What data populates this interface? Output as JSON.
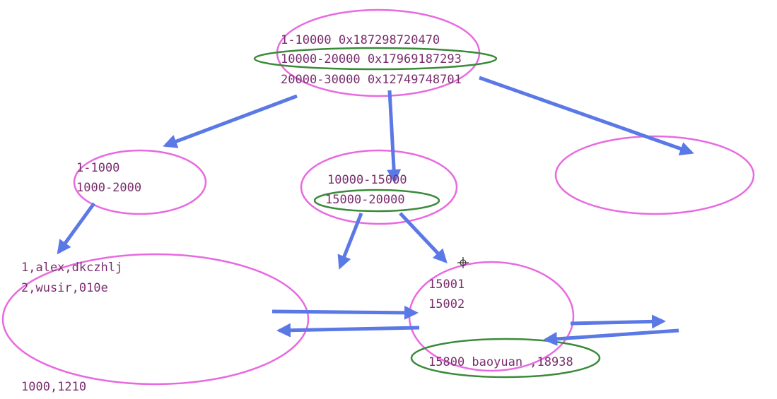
{
  "colors": {
    "ellipse_magenta": "#e86ae0",
    "ellipse_green": "#3a8a3a",
    "arrow_blue": "#5b79e6",
    "text": "#7a2d6e"
  },
  "root": {
    "lines": [
      "1-10000 0x187298720470",
      "10000-20000 0x17969187293",
      "20000-30000 0x12749748701"
    ]
  },
  "left_node": {
    "lines": [
      "1-1000",
      "1000-2000"
    ]
  },
  "middle_node": {
    "lines": [
      "10000-15000",
      "15000-20000"
    ]
  },
  "leaf_left": {
    "lines": [
      "1,alex,dkczhlj",
      "2,wusir,010e"
    ],
    "footer": "1000,1210"
  },
  "leaf_right": {
    "lines": [
      "15001",
      "15002"
    ],
    "highlight": "15800 baoyuan ,18938"
  }
}
